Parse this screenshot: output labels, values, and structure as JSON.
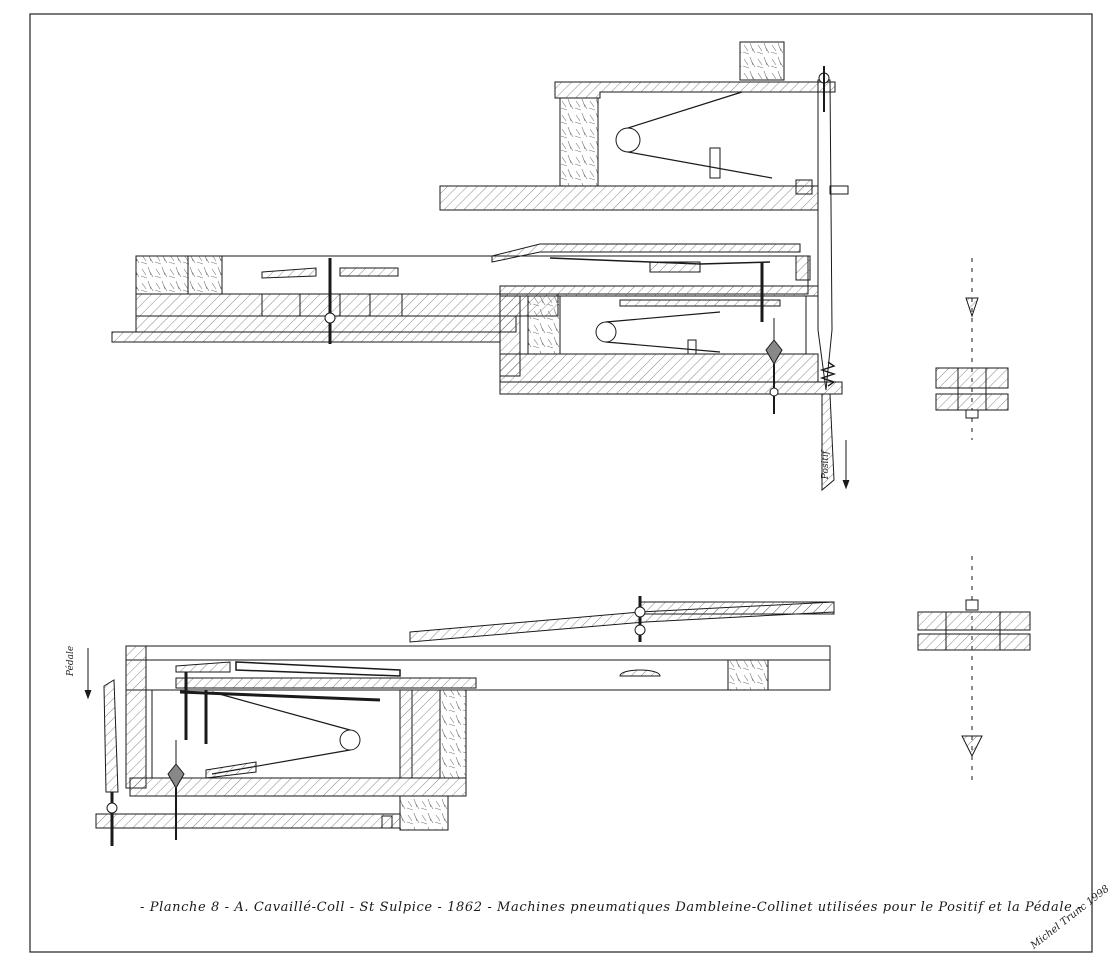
{
  "caption": "- Planche 8 - A. Cavaillé-Coll - St Sulpice - 1862 - Machines pneumatiques Dambleine-Collinet utilisées pour le Positif et la Pédale -",
  "labels": {
    "positif": "Positif",
    "pedale": "Pédale"
  },
  "signature": "Michel Trunc 1998",
  "colors": {
    "ink": "#1a1a1a",
    "paper": "#ffffff",
    "hatch": "#555555"
  }
}
